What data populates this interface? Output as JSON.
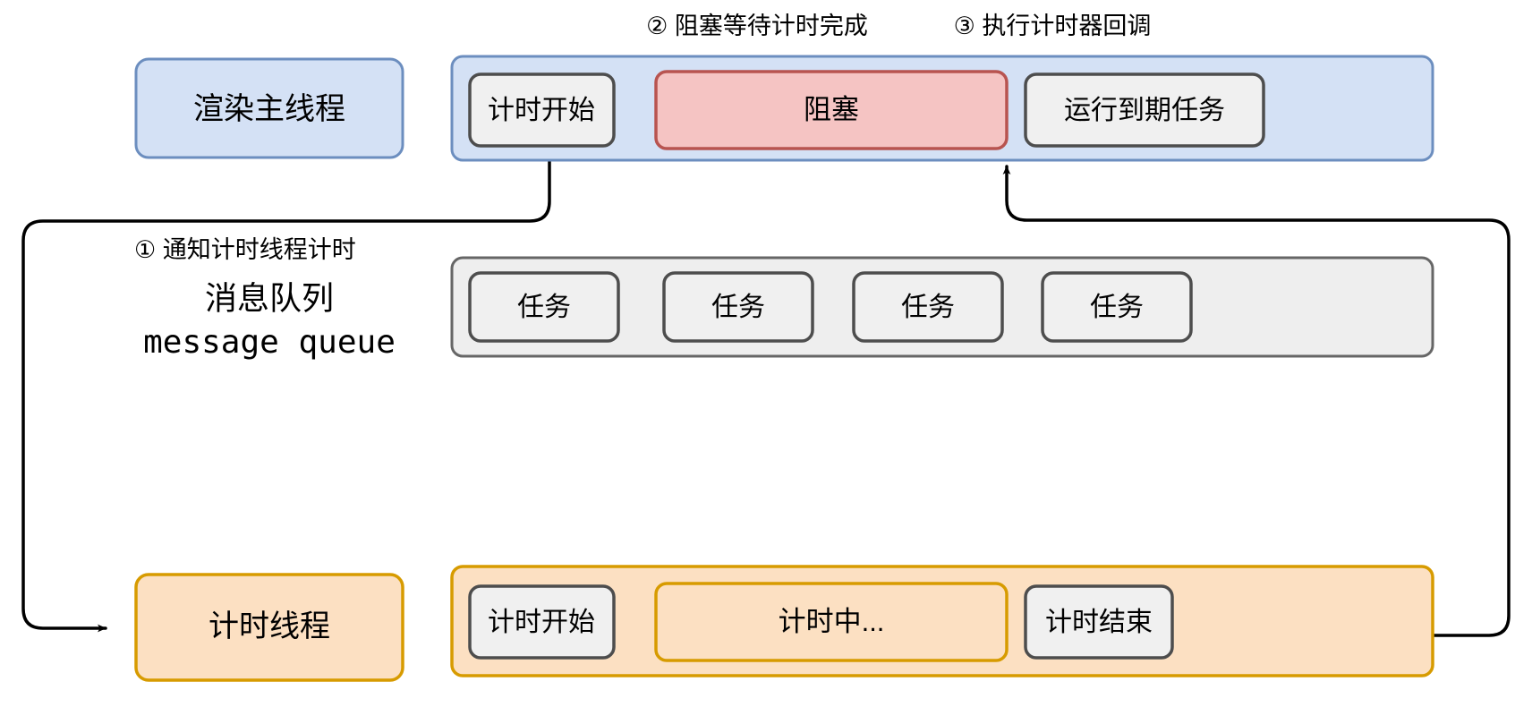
{
  "diagram": {
    "title_note": "Timer thread / message queue sequence diagram",
    "colors": {
      "blue_fill": "#d4e1f5",
      "blue_stroke": "#6c8ebf",
      "red_fill": "#f5c4c3",
      "red_stroke": "#b85450",
      "orange_fill": "#fce0c2",
      "orange_stroke": "#d79b00",
      "grey_fill": "#f0f0f0",
      "grey_stroke": "#4d4d4d",
      "queue_fill": "#eeeeee",
      "queue_stroke": "#666666",
      "arrow": "#000000",
      "text": "#000000"
    },
    "annotations": [
      {
        "id": "step1",
        "text": "① 通知计时线程计时"
      },
      {
        "id": "step2",
        "text": "② 阻塞等待计时完成"
      },
      {
        "id": "step3",
        "text": "③ 执行计时器回调"
      }
    ],
    "lanes": [
      {
        "id": "render-main-thread",
        "label": "渲染主线程",
        "blocks": [
          {
            "id": "timing-start-main",
            "label": "计时开始",
            "style": "grey"
          },
          {
            "id": "blocked",
            "label": "阻塞",
            "style": "red"
          },
          {
            "id": "run-due-task",
            "label": "运行到期任务",
            "style": "grey"
          }
        ]
      },
      {
        "id": "message-queue",
        "label_line1": "消息队列",
        "label_line2": "message queue",
        "blocks": [
          {
            "id": "task-1",
            "label": "任务",
            "style": "grey"
          },
          {
            "id": "task-2",
            "label": "任务",
            "style": "grey"
          },
          {
            "id": "task-3",
            "label": "任务",
            "style": "grey"
          },
          {
            "id": "task-4",
            "label": "任务",
            "style": "grey"
          }
        ]
      },
      {
        "id": "timer-thread",
        "label": "计时线程",
        "blocks": [
          {
            "id": "timing-start-timer",
            "label": "计时开始",
            "style": "grey"
          },
          {
            "id": "timing-in-progress",
            "label": "计时中...",
            "style": "orange"
          },
          {
            "id": "timing-end",
            "label": "计时结束",
            "style": "grey"
          }
        ]
      }
    ]
  }
}
